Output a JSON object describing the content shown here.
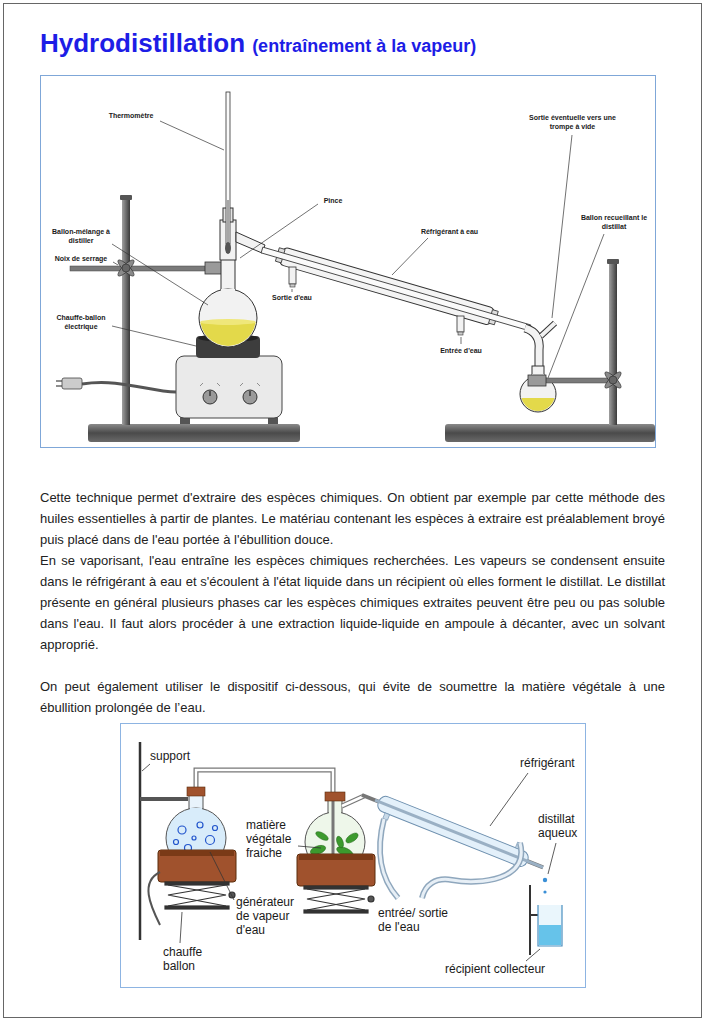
{
  "diagram": {
    "title": "Hydrodistillation",
    "labels": [
      "(entraînement à la vapeur)",
      "Thermomètre",
      "Pince",
      "Ballon-mélange à distiller",
      "Noix de serrage",
      "Chauffe-ballon électrique",
      "Réfrigérant à eau",
      "Sortie d'eau",
      "Entrée d'eau",
      "Sortie éventuelle vers une trompe à vide",
      "Ballon recueillant le distillat",
      "Cette technique permet d'extraire des espèces chimiques. On obtient par exemple par cette méthode des huiles essentielles à partir de plantes. Le matériau contenant les espèces à extraire est préalablement broyé puis placé dans de l'eau portée à l'ébullition douce.",
      "En se vaporisant, l'eau entraîne les espèces chimiques recherchées. Les vapeurs se condensent ensuite dans le réfrigérant à eau et s'écoulent à l'état liquide dans un récipient où elles forment le distillat. Le distillat présente en général plusieurs phases car les espèces chimiques extraites peuvent être peu ou pas soluble dans l'eau. Il faut alors procéder à une extraction liquide-liquide en ampoule à décanter, avec un solvant approprié.",
      "On peut également utiliser le dispositif ci-dessous, qui évite de soumettre la matière végétale à une ébullition prolongée de l’eau.",
      "support",
      "matière végétale fraiche",
      "générateur de vapeur d'eau",
      "chauffe ballon",
      "entrée/ sortie de l'eau",
      "réfrigérant",
      "distillat aqueux",
      "récipient collecteur"
    ]
  }
}
